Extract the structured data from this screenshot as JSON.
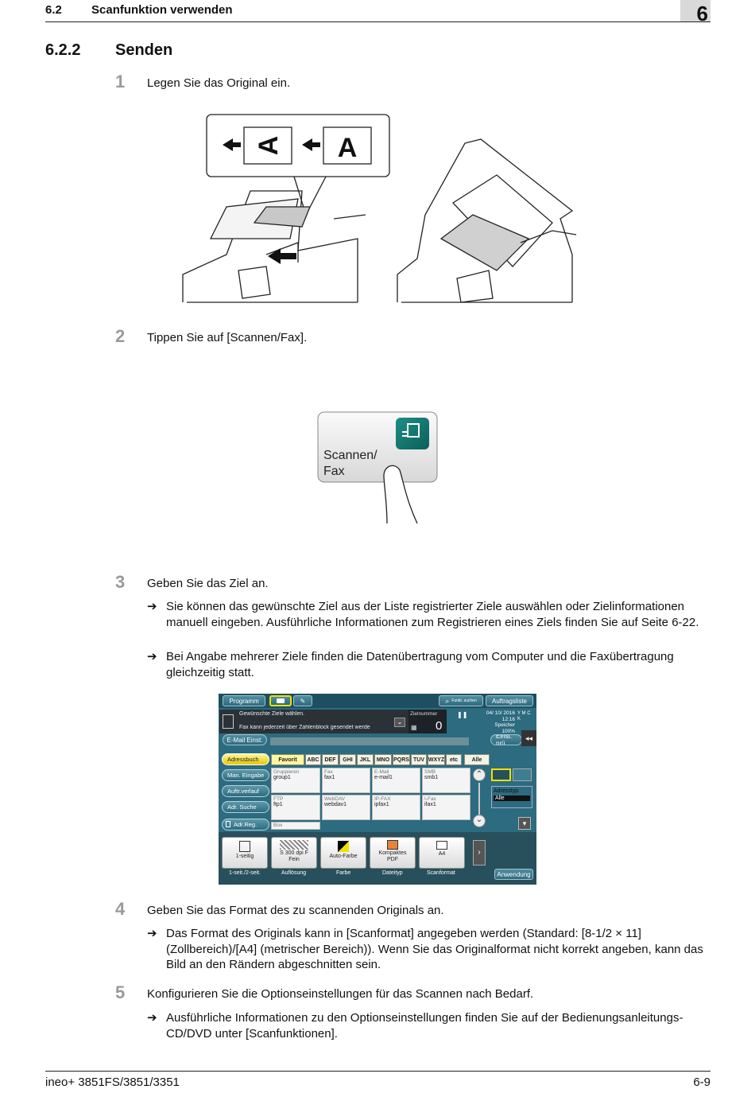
{
  "header": {
    "section": "6.2",
    "title": "Scanfunktion verwenden",
    "chapter": "6"
  },
  "heading": {
    "number": "6.2.2",
    "title": "Senden"
  },
  "steps": [
    {
      "num": "1",
      "text": "Legen Sie das Original ein."
    },
    {
      "num": "2",
      "text": "Tippen Sie auf [Scannen/Fax]."
    },
    {
      "num": "3",
      "text": "Geben Sie das Ziel an.",
      "bullets": [
        "Sie können das gewünschte Ziel aus der Liste registrierter Ziele auswählen oder Zielinformationen manuell eingeben. Ausführliche Informationen zum Registrieren eines Ziels finden Sie auf Seite 6-22.",
        "Bei Angabe mehrerer Ziele finden die Datenübertragung vom Computer und die Faxübertragung gleichzeitig statt."
      ]
    },
    {
      "num": "4",
      "text": "Geben Sie das Format des zu scannenden Originals an.",
      "bullets": [
        "Das Format des Originals kann in [Scanformat] angegeben werden (Standard: [8-1/2 × 11] (Zollbereich)/[A4] (metrischer Bereich)). Wenn Sie das Originalformat nicht korrekt angeben, kann das Bild an den Rändern abgeschnitten sein."
      ]
    },
    {
      "num": "5",
      "text": "Konfigurieren Sie die Optionseinstellungen für das Scannen nach Bedarf.",
      "bullets": [
        "Ausführliche Informationen zu den Optionseinstellungen finden Sie auf der Bedienungsanleitungs-CD/DVD unter [Scanfunktionen]."
      ]
    }
  ],
  "bullet_arrow": "➔",
  "figure1": {
    "letter": "A"
  },
  "figure2": {
    "label_line1": "Scannen/",
    "label_line2": "Fax"
  },
  "panel": {
    "top": {
      "program": "Programm",
      "search": "Funkt. suchen",
      "joblist": "Auftragsliste"
    },
    "status": {
      "choose": "Gewünschte Ziele wählen.",
      "hint": "Fax kann jederzeit über Zahlenblock gesendet werde",
      "dest_label": "Zielnummer",
      "dest_count": "0",
      "date": "04/ 10/ 2016",
      "time": "12:16",
      "memory_label": "Speicher",
      "memory_value": "100%",
      "cmyk": "Y M C K"
    },
    "email_settings": "E-Mail Einst.",
    "user_settings": "Einst. prü",
    "left_buttons": [
      "Adressbuch",
      "Man. Eingabe",
      "Auftr.verlauf",
      "Adr. Suche",
      "Adr.Reg."
    ],
    "tabs": [
      "Favorit",
      "ABC",
      "DEF",
      "GHI",
      "JKL",
      "MNO",
      "PQRS",
      "TUV",
      "WXYZ",
      "etc",
      "Alle"
    ],
    "cells": [
      {
        "type": "Gruppieren",
        "name": "group1"
      },
      {
        "type": "Fax",
        "name": "fax1"
      },
      {
        "type": "E-Mail",
        "name": "e-mail1"
      },
      {
        "type": "SMB",
        "name": "smb1"
      },
      {
        "type": "FTP",
        "name": "ftp1"
      },
      {
        "type": "WebDAV",
        "name": "webdav1"
      },
      {
        "type": "IP-FAX",
        "name": "ipfax1"
      },
      {
        "type": "I-Fax",
        "name": "ifax1"
      },
      {
        "type": "Box",
        "name": ""
      }
    ],
    "address_type_label": "Adresstyp",
    "address_type_value": "Alle",
    "bottom_buttons": [
      {
        "label": "1-seitig",
        "caption": "1-seit./2-seit."
      },
      {
        "label": "S 300 dpi F Fein",
        "caption": "Auflösung"
      },
      {
        "label": "Auto-Farbe",
        "caption": "Farbe"
      },
      {
        "label": "Kompaktes PDF",
        "caption": "Dateityp"
      },
      {
        "label": "A4",
        "caption": "Scanformat"
      }
    ],
    "apply": "Anwendung"
  },
  "footer": {
    "model": "ineo+ 3851FS/3851/3351",
    "page": "6-9"
  }
}
